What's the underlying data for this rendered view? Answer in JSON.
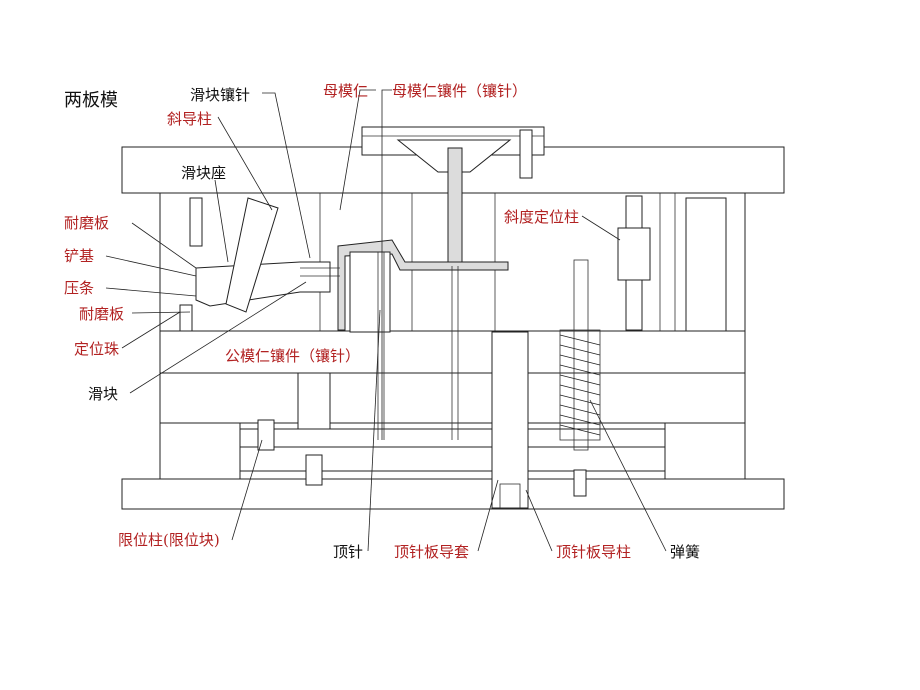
{
  "title": "两板模",
  "colors": {
    "red": "#b22222",
    "black": "#111111",
    "line": "#222222"
  },
  "labels": {
    "slide_insert_pin": "滑块镶针",
    "angle_pin": "斜导柱",
    "slide_seat": "滑块座",
    "wear_plate_top": "耐磨板",
    "heel_block": "铲基",
    "gib": "压条",
    "wear_plate_bottom": "耐磨板",
    "ball_detent": "定位珠",
    "slide": "滑块",
    "cavity": "母模仁",
    "cavity_insert": "母模仁镶件（镶针）",
    "taper_lock": "斜度定位柱",
    "core_insert": "公模仁镶件（镶针）",
    "stop_pillar": "限位柱(限位块)",
    "ejector_pin": "顶针",
    "ejector_bushing": "顶针板导套",
    "ejector_guide_pin": "顶针板导柱",
    "spring": "弹簧"
  }
}
